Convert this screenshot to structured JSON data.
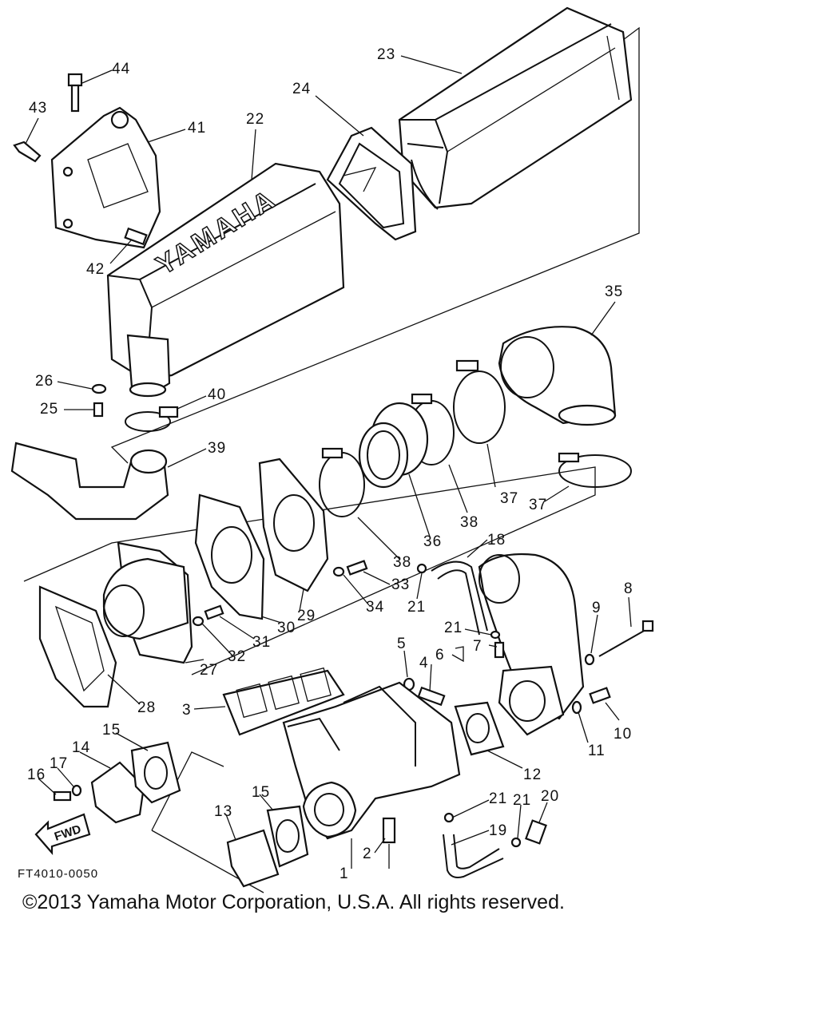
{
  "figure": {
    "code": "FT4010-0050",
    "fwd_label": "FWD",
    "brand_text": "YAMAHA",
    "copyright": "©2013 Yamaha Motor Corporation, U.S.A. All rights reserved."
  },
  "callouts": {
    "c44": "44",
    "c43": "43",
    "c41": "41",
    "c42": "42",
    "c22": "22",
    "c24": "24",
    "c23": "23",
    "c35": "35",
    "c26": "26",
    "c25": "25",
    "c40": "40",
    "c39": "39",
    "c37a": "37",
    "c37b": "37",
    "c38a": "38",
    "c38b": "38",
    "c36": "36",
    "c18": "18",
    "c33": "33",
    "c34": "34",
    "c21a": "21",
    "c21b": "21",
    "c29": "29",
    "c30": "30",
    "c31": "31",
    "c32": "32",
    "c27": "27",
    "c28": "28",
    "c8": "8",
    "c9": "9",
    "c5": "5",
    "c4": "4",
    "c7": "7",
    "c6": "6",
    "c3": "3",
    "c10": "10",
    "c11": "11",
    "c12": "12",
    "c15a": "15",
    "c14": "14",
    "c17": "17",
    "c16": "16",
    "c15b": "15",
    "c13": "13",
    "c21c": "21",
    "c21d": "21",
    "c20": "20",
    "c19": "19",
    "c2": "2",
    "c1": "1"
  }
}
